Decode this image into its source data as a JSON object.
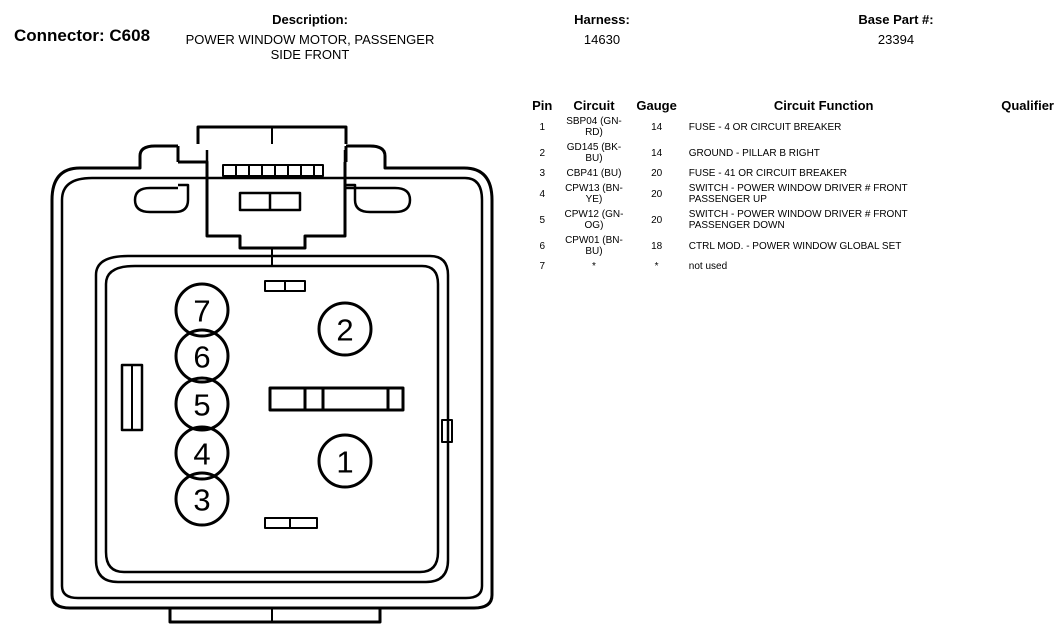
{
  "header": {
    "connector": "Connector: C608",
    "description_label": "Description:",
    "description": [
      "POWER WINDOW MOTOR, PASSENGER",
      "SIDE FRONT"
    ],
    "harness_label": "Harness:",
    "harness": "14630",
    "base_part_label": "Base Part #:",
    "base_part": "23394"
  },
  "table": {
    "headers": {
      "pin": "Pin",
      "circuit": "Circuit",
      "gauge": "Gauge",
      "function": "Circuit Function",
      "qualifier": "Qualifier"
    },
    "rows": [
      {
        "pin": "1",
        "circuit": [
          "SBP04 (GN-",
          "RD)"
        ],
        "gauge": "14",
        "function": [
          "FUSE - 4 OR CIRCUIT BREAKER"
        ],
        "qualifier": ""
      },
      {
        "pin": "2",
        "circuit": [
          "GD145 (BK-",
          "BU)"
        ],
        "gauge": "14",
        "function": [
          "GROUND - PILLAR B RIGHT"
        ],
        "qualifier": ""
      },
      {
        "pin": "3",
        "circuit": [
          "CBP41 (BU)"
        ],
        "gauge": "20",
        "function": [
          "FUSE - 41 OR CIRCUIT BREAKER"
        ],
        "qualifier": ""
      },
      {
        "pin": "4",
        "circuit": [
          "CPW13 (BN-",
          "YE)"
        ],
        "gauge": "20",
        "function": [
          "SWITCH - POWER WINDOW DRIVER # FRONT",
          "PASSENGER UP"
        ],
        "qualifier": ""
      },
      {
        "pin": "5",
        "circuit": [
          "CPW12 (GN-",
          "OG)"
        ],
        "gauge": "20",
        "function": [
          "SWITCH - POWER WINDOW DRIVER # FRONT",
          "PASSENGER DOWN"
        ],
        "qualifier": ""
      },
      {
        "pin": "6",
        "circuit": [
          "CPW01 (BN-",
          "BU)"
        ],
        "gauge": "18",
        "function": [
          "CTRL MOD. - POWER WINDOW GLOBAL SET"
        ],
        "qualifier": ""
      },
      {
        "pin": "7",
        "circuit": [
          "*"
        ],
        "gauge": "*",
        "function": [
          "not used"
        ],
        "qualifier": ""
      }
    ]
  },
  "diagram": {
    "pin_labels": [
      "7",
      "6",
      "5",
      "4",
      "3",
      "2",
      "1"
    ]
  }
}
